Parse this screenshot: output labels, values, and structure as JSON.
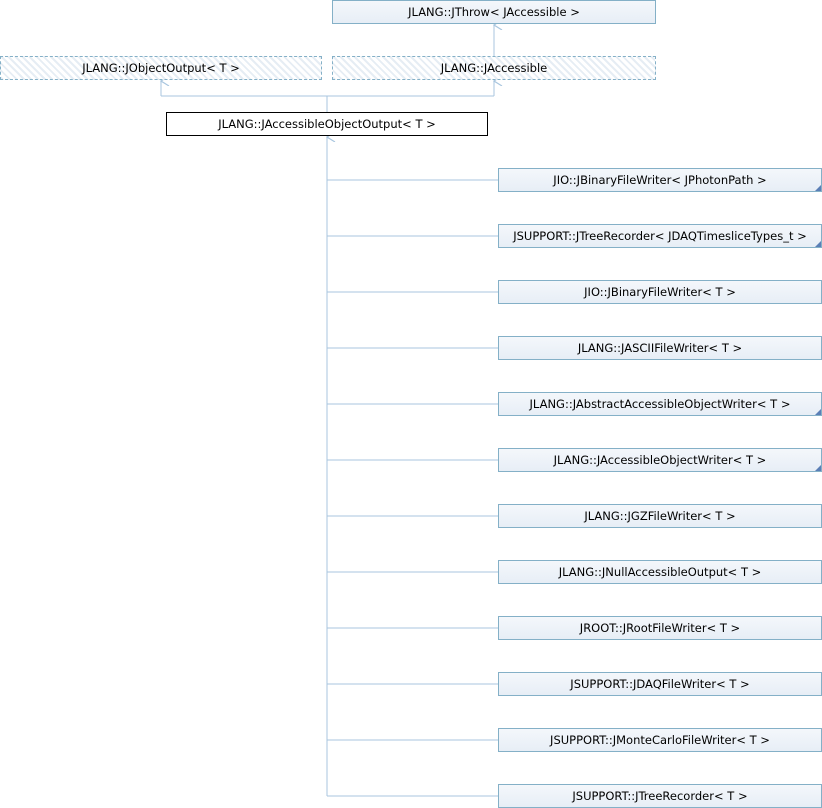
{
  "colors": {
    "edge": "#a9c6df",
    "border": "#84b0c7",
    "accent_corner": "#5b7fb6"
  },
  "nodes": {
    "jthrow": "JLANG::JThrow< JAccessible >",
    "jobject_output": "JLANG::JObjectOutput< T >",
    "jaccessible": "JLANG::JAccessible",
    "current": "JLANG::JAccessibleObjectOutput< T >"
  },
  "children": [
    {
      "label": "JIO::JBinaryFileWriter< JPhotonPath >",
      "has_more": true
    },
    {
      "label": "JSUPPORT::JTreeRecorder< JDAQTimesliceTypes_t >",
      "has_more": true
    },
    {
      "label": "JIO::JBinaryFileWriter< T >",
      "has_more": false
    },
    {
      "label": "JLANG::JASCIIFileWriter< T >",
      "has_more": false
    },
    {
      "label": "JLANG::JAbstractAccessibleObjectWriter< T >",
      "has_more": true
    },
    {
      "label": "JLANG::JAccessibleObjectWriter< T >",
      "has_more": true
    },
    {
      "label": "JLANG::JGZFileWriter< T >",
      "has_more": false
    },
    {
      "label": "JLANG::JNullAccessibleOutput< T >",
      "has_more": false
    },
    {
      "label": "JROOT::JRootFileWriter< T >",
      "has_more": false
    },
    {
      "label": "JSUPPORT::JDAQFileWriter< T >",
      "has_more": false
    },
    {
      "label": "JSUPPORT::JMonteCarloFileWriter< T >",
      "has_more": false
    },
    {
      "label": "JSUPPORT::JTreeRecorder< T >",
      "has_more": false
    }
  ]
}
